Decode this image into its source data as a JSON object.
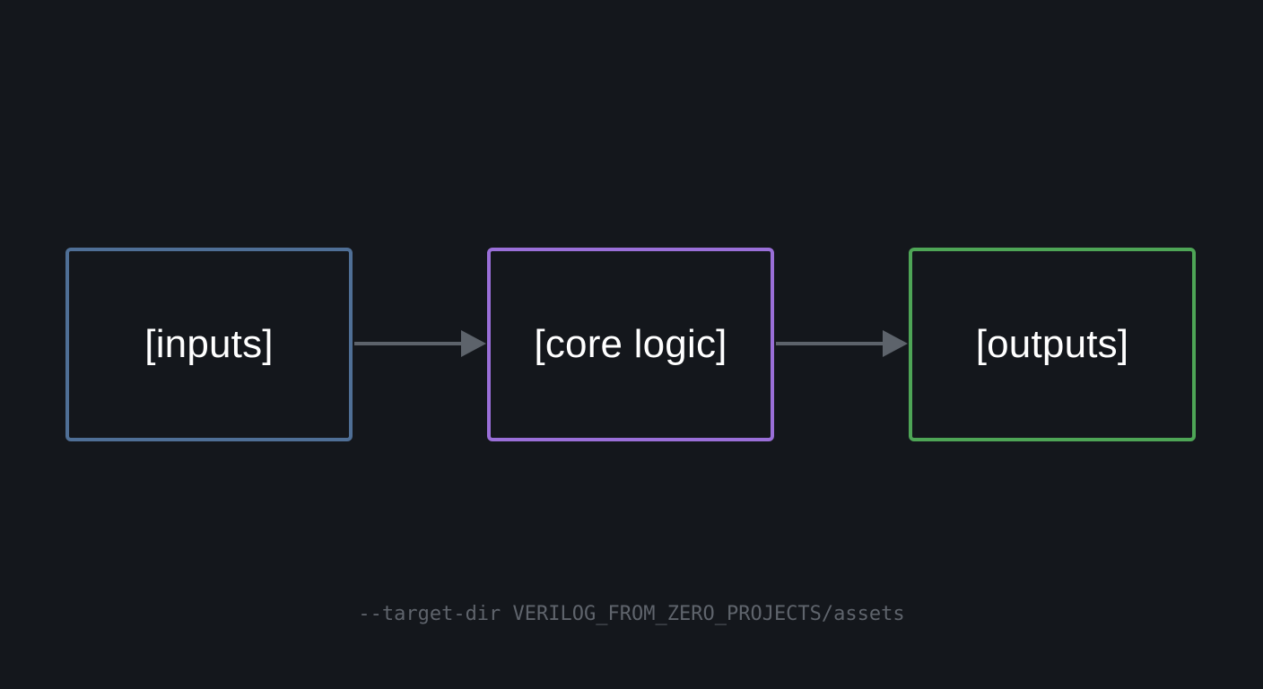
{
  "diagram": {
    "nodes": [
      {
        "id": "inputs",
        "label": "[inputs]",
        "border_color": "#4f6f96"
      },
      {
        "id": "core",
        "label": "[core logic]",
        "border_color": "#9a6fd8"
      },
      {
        "id": "outputs",
        "label": "[outputs]",
        "border_color": "#4ea556"
      }
    ],
    "edges": [
      {
        "from": "inputs",
        "to": "core"
      },
      {
        "from": "core",
        "to": "outputs"
      }
    ],
    "edge_color": "#5d636b"
  },
  "caption": "--target-dir VERILOG_FROM_ZERO_PROJECTS/assets",
  "colors": {
    "background": "#14171c",
    "text": "#ffffff",
    "caption": "#5f646c"
  }
}
